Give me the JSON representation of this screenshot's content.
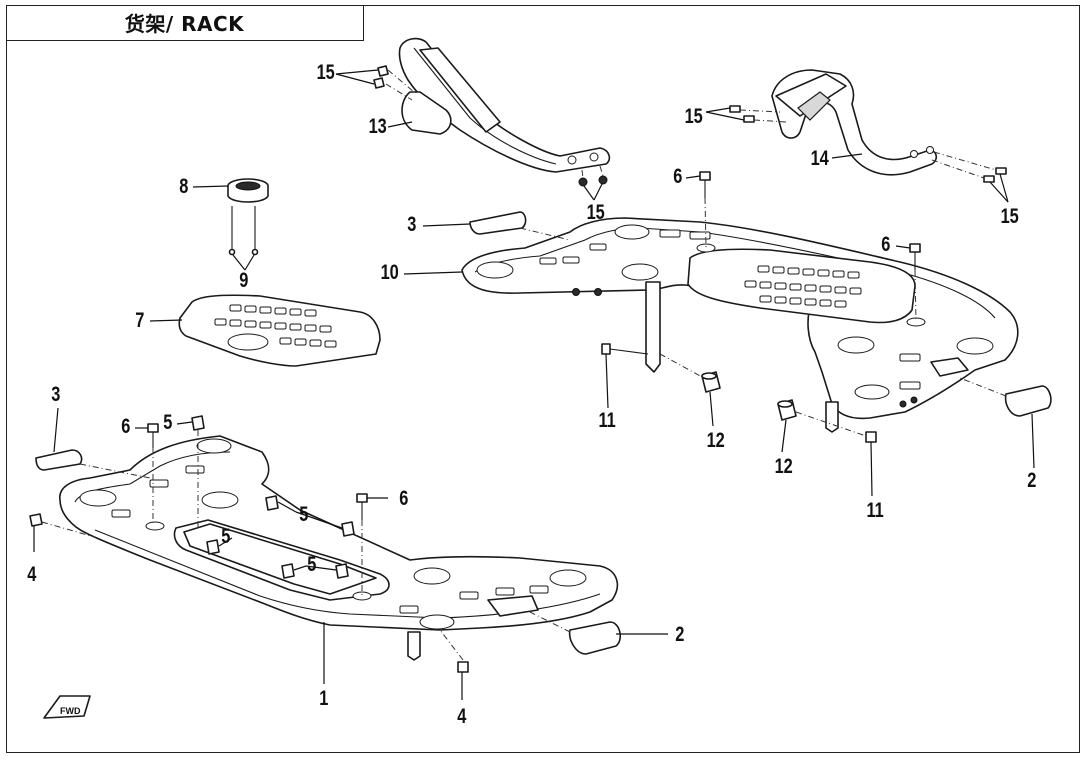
{
  "diagram": {
    "title": "货架/ RACK",
    "callouts": {
      "c1": "1",
      "c2a": "2",
      "c2b": "2",
      "c3a": "3",
      "c3b": "3",
      "c4a": "4",
      "c4b": "4",
      "c5a": "5",
      "c5b": "5",
      "c5c": "5",
      "c5d": "5",
      "c6a": "6",
      "c6b": "6",
      "c6c": "6",
      "c6d": "6",
      "c7": "7",
      "c8": "8",
      "c9": "9",
      "c10": "10",
      "c11a": "11",
      "c11b": "11",
      "c12a": "12",
      "c12b": "12",
      "c13": "13",
      "c14": "14",
      "c15a": "15",
      "c15b": "15",
      "c15c": "15",
      "c15d": "15"
    },
    "fwd_icon": "fwd-arrow-icon",
    "colors": {
      "line": "#1a1a1a",
      "background": "#ffffff"
    }
  }
}
